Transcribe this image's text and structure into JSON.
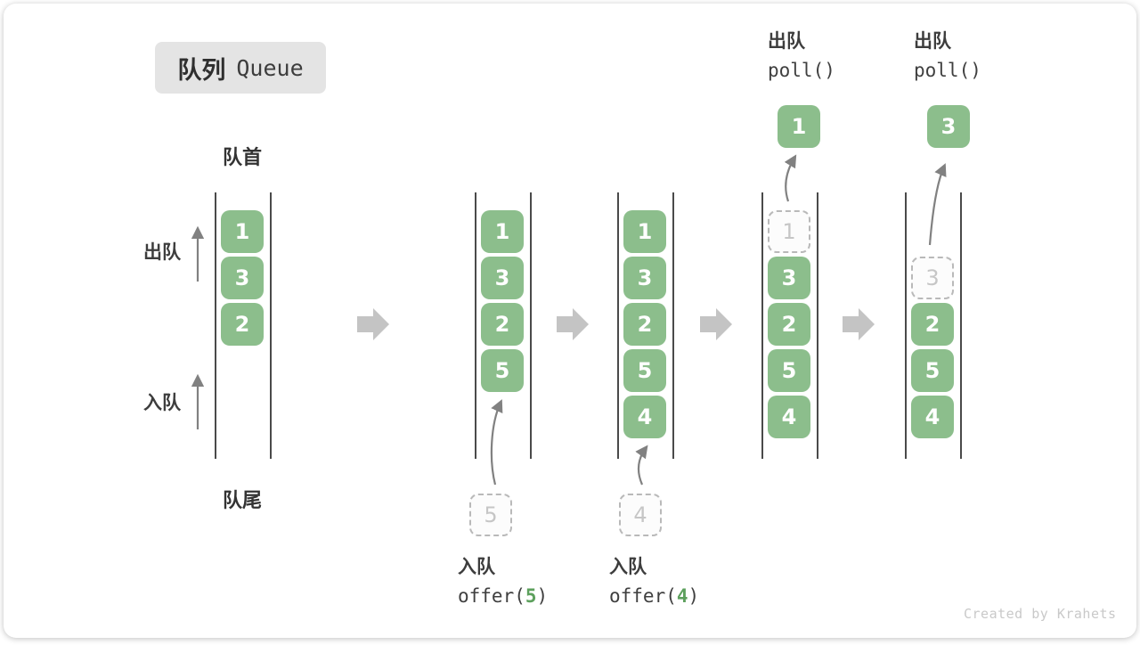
{
  "title": {
    "zh": "队列",
    "en": "Queue"
  },
  "labels": {
    "front": "队首",
    "rear": "队尾",
    "dequeue": "出队",
    "enqueue": "入队"
  },
  "poll_ops": [
    {
      "action": "出队",
      "code": "poll()"
    },
    {
      "action": "出队",
      "code": "poll()"
    }
  ],
  "offer_ops": [
    {
      "action": "入队",
      "fn_open": "offer(",
      "arg": "5",
      "fn_close": ")"
    },
    {
      "action": "入队",
      "fn_open": "offer(",
      "arg": "4",
      "fn_close": ")"
    }
  ],
  "states": [
    {
      "name": "state-initial",
      "boxes": [
        {
          "slot": 0,
          "value": "1",
          "variant": "solid"
        },
        {
          "slot": 1,
          "value": "3",
          "variant": "solid"
        },
        {
          "slot": 2,
          "value": "2",
          "variant": "solid"
        }
      ]
    },
    {
      "name": "state-after-offer-5",
      "boxes": [
        {
          "slot": 0,
          "value": "1",
          "variant": "solid"
        },
        {
          "slot": 1,
          "value": "3",
          "variant": "solid"
        },
        {
          "slot": 2,
          "value": "2",
          "variant": "solid"
        },
        {
          "slot": 3,
          "value": "5",
          "variant": "solid"
        }
      ]
    },
    {
      "name": "state-after-offer-4",
      "boxes": [
        {
          "slot": 0,
          "value": "1",
          "variant": "solid"
        },
        {
          "slot": 1,
          "value": "3",
          "variant": "solid"
        },
        {
          "slot": 2,
          "value": "2",
          "variant": "solid"
        },
        {
          "slot": 3,
          "value": "5",
          "variant": "solid"
        },
        {
          "slot": 4,
          "value": "4",
          "variant": "solid"
        }
      ]
    },
    {
      "name": "state-after-poll-1",
      "boxes": [
        {
          "slot": 0,
          "value": "1",
          "variant": "dashed"
        },
        {
          "slot": 1,
          "value": "3",
          "variant": "solid"
        },
        {
          "slot": 2,
          "value": "2",
          "variant": "solid"
        },
        {
          "slot": 3,
          "value": "5",
          "variant": "solid"
        },
        {
          "slot": 4,
          "value": "4",
          "variant": "solid"
        }
      ]
    },
    {
      "name": "state-after-poll-3",
      "boxes": [
        {
          "slot": 1,
          "value": "3",
          "variant": "dashed"
        },
        {
          "slot": 2,
          "value": "2",
          "variant": "solid"
        },
        {
          "slot": 3,
          "value": "5",
          "variant": "solid"
        },
        {
          "slot": 4,
          "value": "4",
          "variant": "solid"
        }
      ]
    }
  ],
  "floating_boxes": [
    {
      "id": "polled-1",
      "value": "1",
      "variant": "solid"
    },
    {
      "id": "polled-3",
      "value": "3",
      "variant": "solid"
    },
    {
      "id": "incoming-5",
      "value": "5",
      "variant": "dashed"
    },
    {
      "id": "incoming-4",
      "value": "4",
      "variant": "dashed"
    }
  ],
  "colors": {
    "box_green": "#8cbe8c",
    "arg_green": "#5da05d",
    "big_arrow": "#c4c4c4",
    "thin_arrow": "#818181",
    "wall": "#4a4a4a",
    "dashed_border": "#b9b9b9",
    "dashed_text": "#c6c6c6",
    "badge_bg": "#e4e4e4",
    "watermark": "#c9c9c9"
  },
  "watermark": "Created by Krahets"
}
